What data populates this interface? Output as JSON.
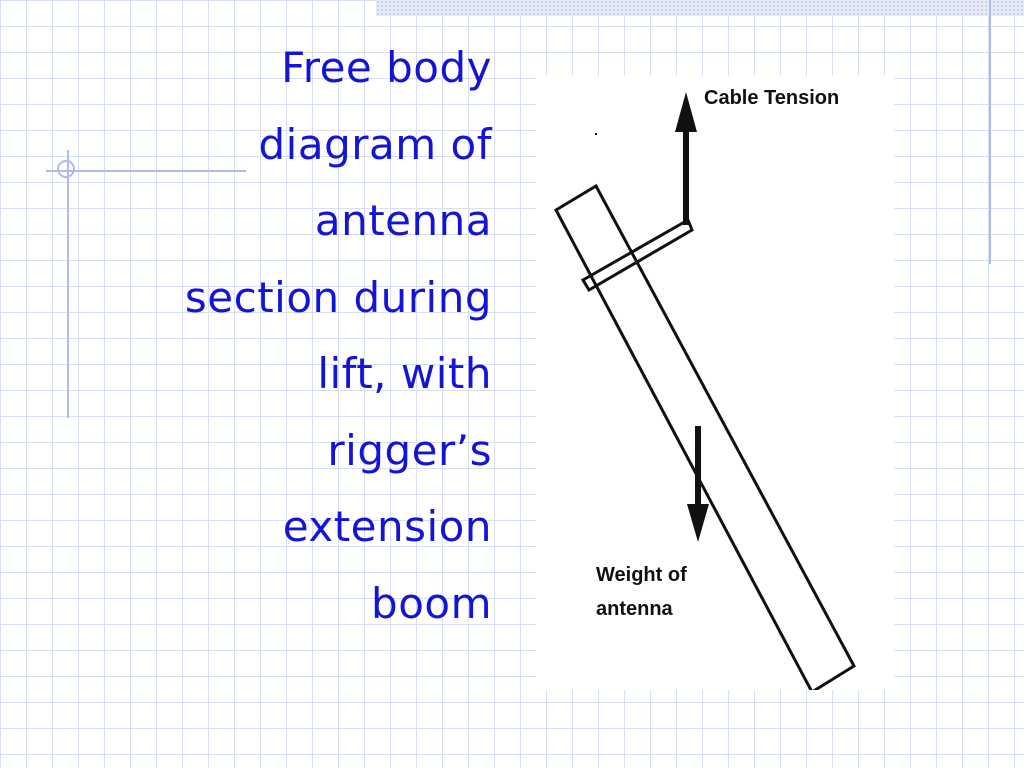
{
  "slide": {
    "title": "Free body diagram of antenna section during lift, with rigger’s extension boom"
  },
  "diagram": {
    "labels": {
      "cable_tension": "Cable Tension",
      "weight_line1": "Weight of",
      "weight_line2": "antenna"
    }
  },
  "colors": {
    "title_text": "#1414d8",
    "grid_line": "#d9dff2",
    "accent_line": "#aebde8",
    "diagram_stroke": "#111111"
  }
}
